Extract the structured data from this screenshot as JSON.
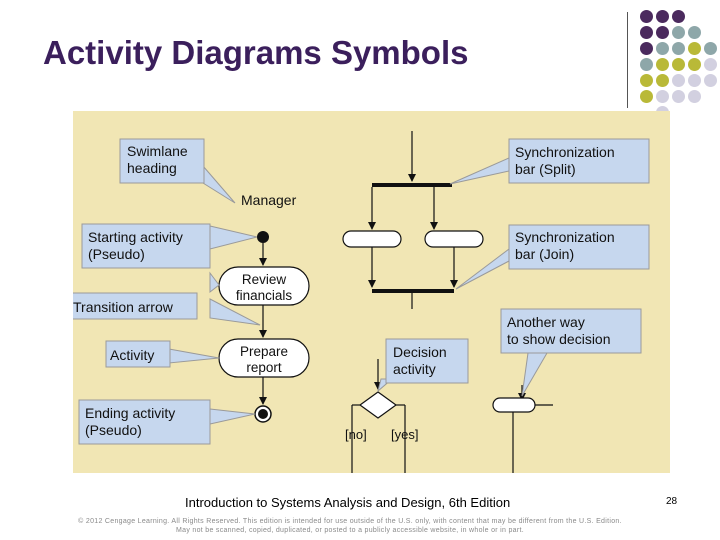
{
  "slide": {
    "title": "Activity Diagrams Symbols",
    "footer": "Introduction to Systems Analysis and Design, 6th Edition",
    "page_number": "28",
    "copyright_line1": "© 2012 Cengage Learning. All Rights Reserved. This edition is intended for use outside of the U.S. only, with content that may be different from the U.S. Edition.",
    "copyright_line2": "May not be scanned, copied, duplicated, or posted to a publicly accessible website, in whole or in part."
  },
  "diagram": {
    "callouts": {
      "swimlane_1": "Swimlane",
      "swimlane_2": "heading",
      "starting_1": "Starting activity",
      "starting_2": "(Pseudo)",
      "transition": "Transition arrow",
      "activity": "Activity",
      "ending_1": "Ending activity",
      "ending_2": "(Pseudo)",
      "sync_split_1": "Synchronization",
      "sync_split_2": "bar (Split)",
      "sync_join_1": "Synchronization",
      "sync_join_2": "bar (Join)",
      "another_way_1": "Another way",
      "another_way_2": "to show decision",
      "decision_1": "Decision",
      "decision_2": "activity"
    },
    "swimlane_label": "Manager",
    "review_1": "Review",
    "review_2": "financials",
    "prepare_1": "Prepare",
    "prepare_2": "report",
    "guard_no": "[no]",
    "guard_yes": "[yes]"
  },
  "colors": {
    "panel_bg": "#f1e6b4",
    "callout_fill": "#c6d7ee",
    "callout_stroke": "#8a8a8a",
    "title_color": "#3b1f5c",
    "dot_purple": "#4b2a5e",
    "dot_teal": "#8ea7a9",
    "dot_olive": "#b9b938",
    "dot_lavender": "#d2d0e0"
  }
}
